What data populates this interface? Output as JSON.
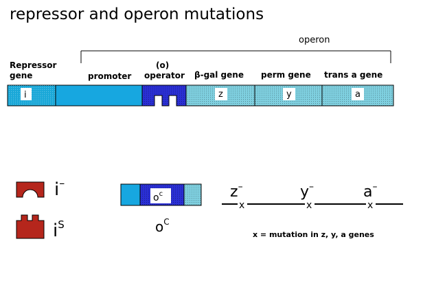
{
  "title": "repressor and operon mutations",
  "operon_label": "operon",
  "gene_labels": {
    "repressor_line1": "Repressor",
    "repressor_line2": "gene",
    "promoter": "promoter",
    "operator_line1": "(o)",
    "operator_line2": "operator",
    "bgal": "β-gal gene",
    "perm": "perm gene",
    "trans": "trans a gene"
  },
  "segment_letters": {
    "i": "i",
    "z": "z",
    "y": "y",
    "a": "a"
  },
  "legend": {
    "i_minus": {
      "base": "i",
      "sup": "–"
    },
    "i_super": {
      "base": "i",
      "sup": "S"
    },
    "oc_box": {
      "base": "o",
      "sup": "c"
    },
    "oc_label": {
      "base": "o",
      "sup": "C"
    }
  },
  "mutations": [
    {
      "gene": "z",
      "sup": "–",
      "mark": "x"
    },
    {
      "gene": "y",
      "sup": "–",
      "mark": "x"
    },
    {
      "gene": "a",
      "sup": "–",
      "mark": "x"
    }
  ],
  "mutation_caption": "x = mutation in z, y, a genes",
  "colors": {
    "repressor_gene": "#1aa8d8",
    "promoter": "#17a7e0",
    "operator": "#2a2fd4",
    "structural_genes": "#7fd0e0",
    "repressor_protein": "#b5261c"
  }
}
